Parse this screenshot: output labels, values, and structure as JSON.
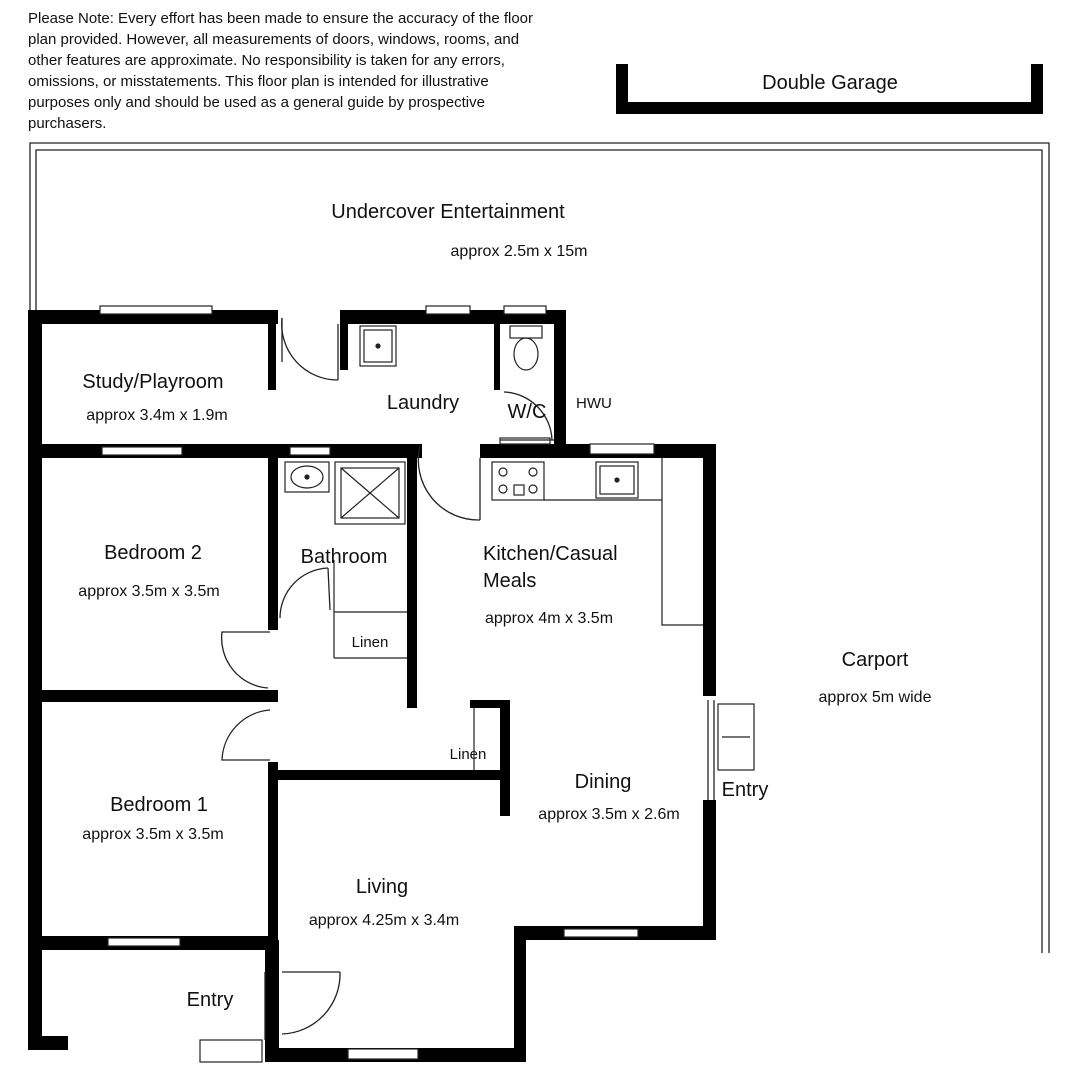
{
  "disclaimer": {
    "lines": [
      "Please Note: Every effort has been made to ensure the accuracy of the floor",
      "plan provided. However, all measurements of doors, windows, rooms, and",
      "other features are approximate. No responsibility is taken for any errors,",
      "omissions, or misstatements. This floor plan is intended for illustrative",
      "purposes only and should be used as a general guide by prospective",
      "purchasers."
    ]
  },
  "areas": {
    "double_garage": "Double Garage",
    "undercover": {
      "name": "Undercover Entertainment",
      "size": "approx 2.5m x 15m"
    },
    "carport": {
      "name": "Carport",
      "size": "approx 5m wide"
    }
  },
  "rooms": {
    "study": {
      "name": "Study/Playroom",
      "size": "approx 3.4m x 1.9m"
    },
    "laundry": {
      "name": "Laundry"
    },
    "wc": {
      "name": "W/C"
    },
    "hwu": {
      "name": "HWU"
    },
    "bedroom2": {
      "name": "Bedroom 2",
      "size": "approx 3.5m x 3.5m"
    },
    "bathroom": {
      "name": "Bathroom"
    },
    "linen1": {
      "name": "Linen"
    },
    "kitchen": {
      "name_line1": "Kitchen/Casual",
      "name_line2": "Meals",
      "size": "approx 4m x 3.5m"
    },
    "bedroom1": {
      "name": "Bedroom 1",
      "size": "approx 3.5m x 3.5m"
    },
    "linen2": {
      "name": "Linen"
    },
    "dining": {
      "name": "Dining",
      "size": "approx 3.5m x 2.6m"
    },
    "side_entry": {
      "name": "Entry"
    },
    "living": {
      "name": "Living",
      "size": "approx 4.25m x 3.4m"
    },
    "front_entry": {
      "name": "Entry"
    }
  },
  "colors": {
    "wall": "#000000",
    "line": "#222222",
    "background": "#ffffff"
  }
}
